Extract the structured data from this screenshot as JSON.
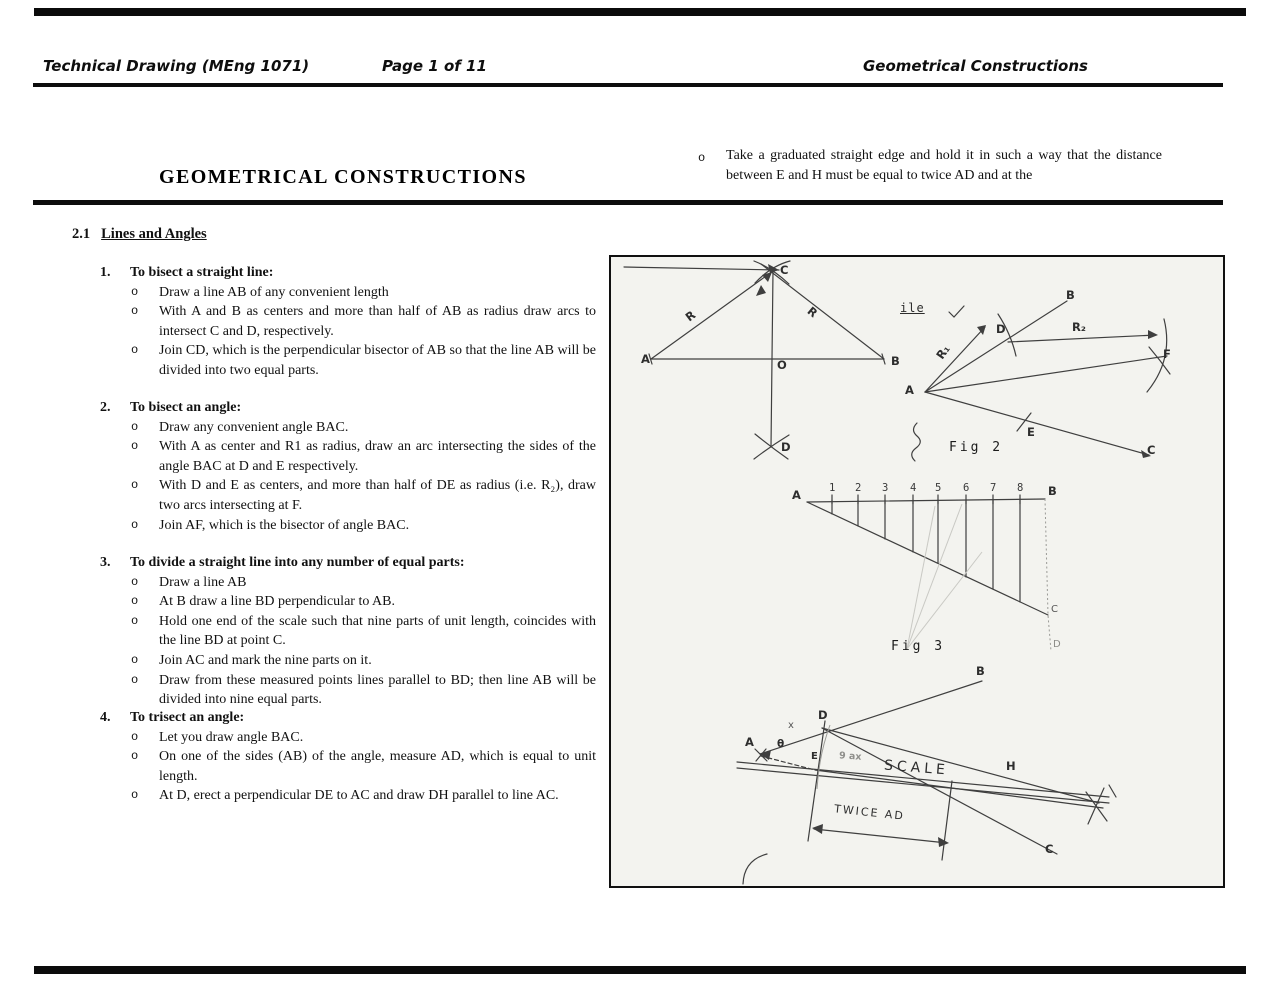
{
  "header": {
    "left": "Technical Drawing (MEng 1071)",
    "center": "Page 1 of 11",
    "right": "Geometrical Constructions"
  },
  "title": "GEOMETRICAL CONSTRUCTIONS",
  "bullet_marker": "o",
  "intro_bullet": "Take a graduated straight edge and hold it in such a way that the distance between E and H must be equal to twice AD and at the",
  "section": {
    "number": "2.1",
    "title": "Lines and Angles"
  },
  "items": [
    {
      "number": "1.",
      "title": "To bisect a straight line:",
      "bullets": [
        "Draw a line AB of any convenient length",
        "With A and B as centers and more than half of AB as radius draw arcs to intersect C and D, respectively.",
        "Join CD, which is the perpendicular bisector of AB so that the line AB will be divided into two equal parts."
      ]
    },
    {
      "number": "2.",
      "title": "To bisect an angle:",
      "bullets": [
        "Draw any convenient angle BAC.",
        "With A as center and R1 as radius, draw an arc intersecting the sides of the angle BAC at D and E respectively.",
        "With D and E as centers, and more than half of DE as radius (i.e. R₂), draw two arcs intersecting at F.",
        "Join AF, which is the bisector of angle BAC."
      ]
    },
    {
      "number": "3.",
      "title": "To divide a straight line into any number of equal parts:",
      "bullets": [
        "Draw a line AB",
        "At B draw a line BD perpendicular to AB.",
        "Hold one end of the scale such that nine parts of unit length, coincides with the line BD at point C.",
        "Join AC and mark the nine parts on it.",
        "Draw from these measured points lines parallel to BD; then line AB will be divided into nine equal parts."
      ]
    },
    {
      "number": "4.",
      "title": "To trisect an angle:",
      "bullets": [
        "Let you draw angle BAC.",
        "On one of the sides (AB) of the angle, measure AD, which is equal to unit length.",
        "At D, erect a perpendicular DE to AC and draw DH parallel to line AC."
      ]
    }
  ],
  "figures": {
    "fig1": {
      "labels": {
        "A": "A",
        "B": "B",
        "C": "C",
        "D": "D",
        "O": "O",
        "R_left": "R",
        "R_right": "R"
      }
    },
    "fig2": {
      "caption": "Fig 2",
      "note": "ile",
      "labels": {
        "A": "A",
        "B": "B",
        "C": "C",
        "D": "D",
        "E": "E",
        "F": "F",
        "R1": "R₁",
        "R2": "R₂"
      }
    },
    "fig3": {
      "caption": "Fig 3",
      "ticks": [
        "1",
        "2",
        "3",
        "4",
        "5",
        "6",
        "7",
        "8"
      ],
      "labels": {
        "A": "A",
        "B": "B",
        "C": "C",
        "D": "D"
      }
    },
    "fig4": {
      "labels": {
        "A": "A",
        "B": "B",
        "C": "C",
        "D": "D",
        "E": "E",
        "H": "H",
        "theta": "θ",
        "x": "x",
        "nine": "9 ax"
      },
      "scale_label": "SCALE",
      "dim_label": "TWICE AD"
    }
  }
}
